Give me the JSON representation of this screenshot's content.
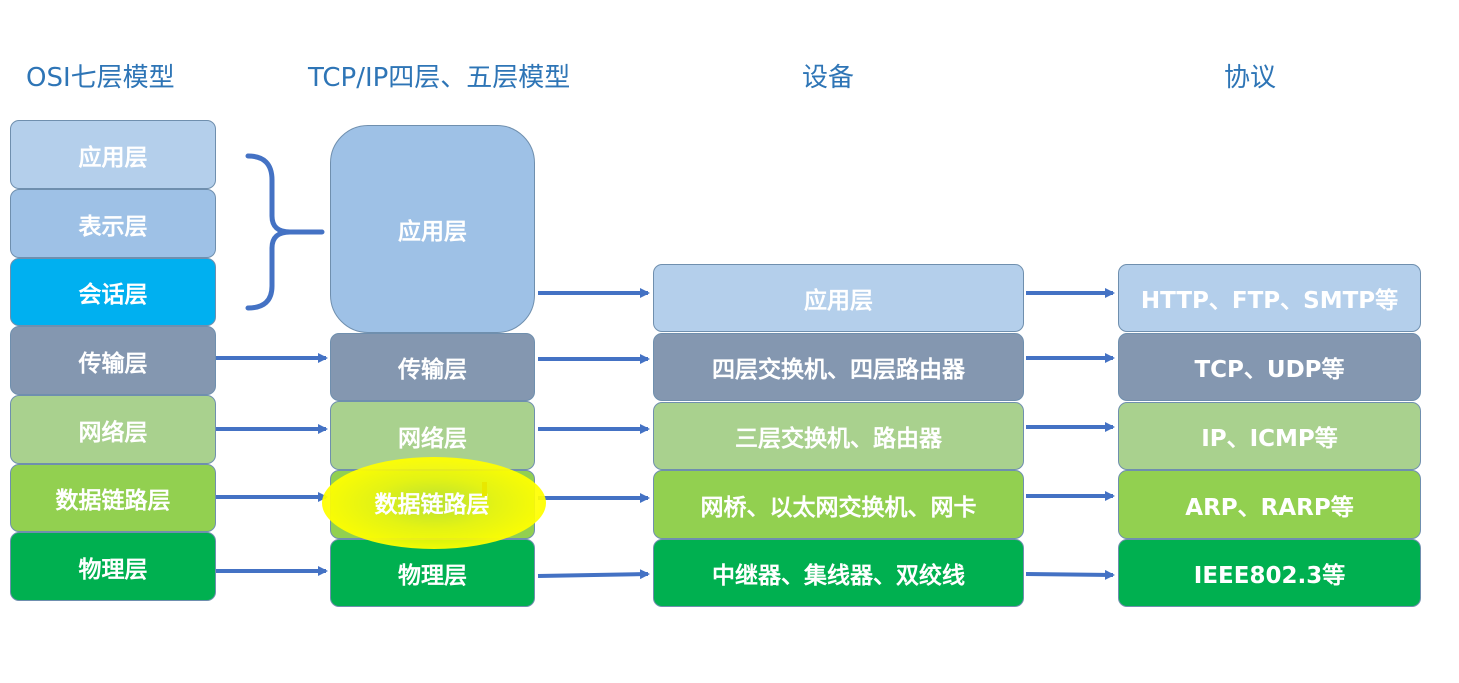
{
  "headers": {
    "osi": "OSI七层模型",
    "tcpip": "TCP/IP四层、五层模型",
    "device": "设备",
    "protocol": "协议"
  },
  "osi_layers": [
    "应用层",
    "表示层",
    "会话层",
    "传输层",
    "网络层",
    "数据链路层",
    "物理层"
  ],
  "tcpip_layers": [
    "应用层",
    "传输层",
    "网络层",
    "数据链路层",
    "物理层"
  ],
  "devices": [
    "应用层",
    "四层交换机、四层路由器",
    "三层交换机、路由器",
    "网桥、以太网交换机、网卡",
    "中继器、集线器、双绞线"
  ],
  "protocols": [
    "HTTP、FTP、SMTP等",
    "TCP、UDP等",
    "IP、ICMP等",
    "ARP、RARP等",
    "IEEE802.3等"
  ],
  "colors": {
    "header_text": "#2e75b6",
    "arrow": "#4472c4",
    "highlight": "#ffff00",
    "app_light": "#b4cfeb",
    "app_mid": "#9ec1e6",
    "session": "#00b0f0",
    "transport": "#8497b0",
    "network": "#a9d18e",
    "datalink": "#92d050",
    "physical": "#00b050"
  }
}
